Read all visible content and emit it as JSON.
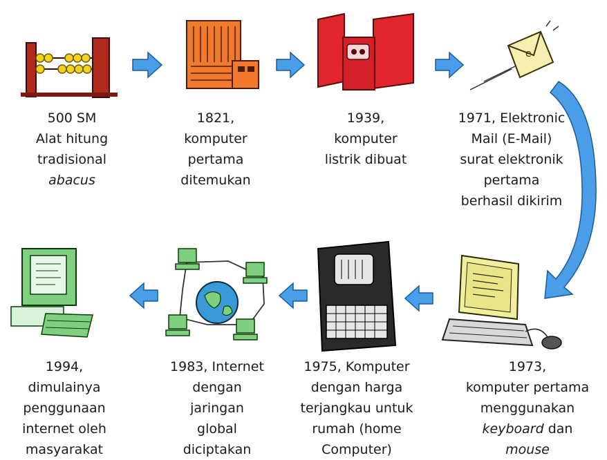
{
  "steps": [
    {
      "lines": [
        "500 SM",
        "Alat hitung",
        "tradisional"
      ],
      "italic": "abacus",
      "icon": "abacus-icon"
    },
    {
      "lines": [
        "1821,",
        "komputer",
        "pertama",
        "ditemukan"
      ],
      "icon": "early-computer-icon"
    },
    {
      "lines": [
        "1939,",
        "komputer",
        "listrik dibuat"
      ],
      "icon": "electric-computer-icon"
    },
    {
      "lines": [
        "1971, Elektronic",
        "Mail (E-Mail)",
        "surat elektronik",
        "pertama",
        "berhasil dikirim"
      ],
      "icon": "email-envelope-icon"
    },
    {
      "lines": [
        "1973,",
        "komputer pertama",
        "menggunakan"
      ],
      "italic_mixed": {
        "italic": "keyboard",
        "plain": " dan"
      },
      "last_italic": "mouse",
      "icon": "keyboard-computer-icon"
    },
    {
      "lines": [
        "1975, Komputer",
        "dengan harga",
        "terjangkau untuk",
        "rumah (home",
        "Computer)"
      ],
      "icon": "home-computer-icon"
    },
    {
      "lines": [
        "1983, Internet",
        "dengan",
        "jaringan",
        "global",
        "diciptakan"
      ],
      "icon": "global-network-icon"
    },
    {
      "lines": [
        "1994,",
        "dimulainya",
        "penggunaan",
        "internet oleh",
        "masyarakat"
      ],
      "icon": "desktop-computer-icon"
    }
  ],
  "colors": {
    "arrow": "#4a9ee8",
    "abacus_frame": "#b02a1a",
    "abacus_bead": "#f2d21e",
    "early_computer": "#f07a2a",
    "electric_computer": "#e0262a",
    "envelope": "#f5eeb0",
    "screen": "#f2eea0",
    "network_green": "#7ed07e",
    "globe": "#3a9ad8"
  }
}
